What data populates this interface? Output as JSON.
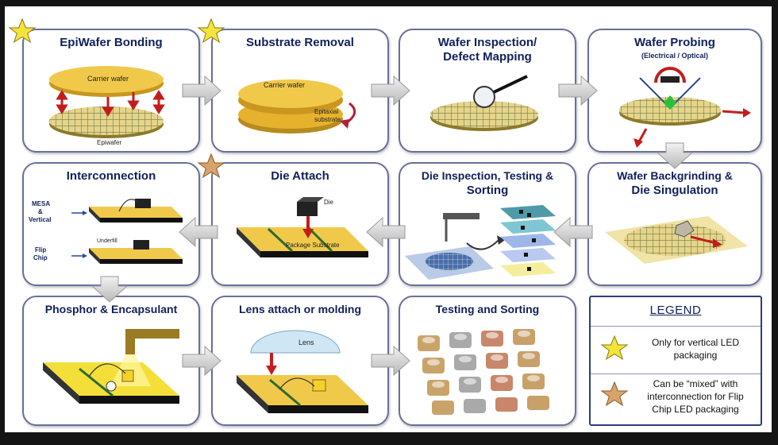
{
  "steps": {
    "s1": {
      "title": "EpiWafer Bonding",
      "carrier": "Carrier wafer",
      "epi": "Epiwafer"
    },
    "s2": {
      "title": "Substrate Removal",
      "carrier": "Carrier wafer",
      "epi1": "Epitaxial",
      "epi2": "substrate"
    },
    "s3": {
      "title1": "Wafer Inspection/",
      "title2": "Defect Mapping"
    },
    "s4": {
      "title": "Wafer Probing",
      "subtitle": "(Electrical / Optical)"
    },
    "s5": {
      "title1": "Wafer Backgrinding &",
      "title2": "Die Singulation"
    },
    "s6": {
      "title1": "Die Inspection, Testing &",
      "title2": "Sorting"
    },
    "s7": {
      "title": "Die Attach",
      "die": "Die",
      "substrate": "Package Substrate"
    },
    "s8": {
      "title": "Interconnection",
      "mesa1": "MESA",
      "mesa2": "&",
      "mesa3": "Vertical",
      "flip1": "Flip",
      "flip2": "Chip",
      "underfill": "Underfill"
    },
    "s9": {
      "title": "Phosphor & Encapsulant"
    },
    "s10": {
      "title": "Lens attach or molding",
      "lens": "Lens"
    },
    "s11": {
      "title": "Testing and Sorting"
    }
  },
  "legend": {
    "title": "LEGEND",
    "yellow_text": "Only for vertical LED packaging",
    "tan_text": "Can be “mixed” with interconnection for Flip Chip LED packaging"
  },
  "colors": {
    "box_border": "#6a6f9a",
    "title_text": "#10205a",
    "wafer_gold": "#e9b929",
    "grid_green": "#7d8f5a",
    "star_yellow": "#f3e33b",
    "star_tan": "#d8a36b",
    "arrow_gray": "#c9c9c9"
  },
  "icons": [
    "star-icon",
    "arrow-right-icon",
    "arrow-left-icon",
    "arrow-down-icon",
    "magnifier-icon",
    "wafer-icon",
    "chip-icon",
    "lens-icon"
  ]
}
